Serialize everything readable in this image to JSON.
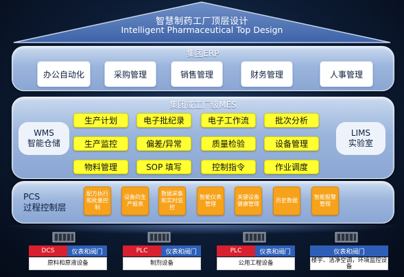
{
  "header": {
    "title_zh": "智慧制药工厂顶层设计",
    "title_en": "Intelligent Pharmaceutical Top Design"
  },
  "erp": {
    "title": "集团ERP",
    "items": [
      "办公自动化",
      "采购管理",
      "销售管理",
      "财务管理",
      "人事管理"
    ]
  },
  "mes": {
    "title": "集团或工厂级MES",
    "left_box": {
      "line1": "WMS",
      "line2": "智能仓储"
    },
    "right_box": {
      "line1": "LIMS",
      "line2": "实验室"
    },
    "rows": [
      [
        "生产计划",
        "电子批纪录",
        "电子工作流",
        "批次分析"
      ],
      [
        "生产监控",
        "偏差/异常",
        "质量检验",
        "设备管理"
      ],
      [
        "物料管理",
        "SOP 填写",
        "控制指令",
        "作业调度"
      ]
    ]
  },
  "pcs": {
    "label": {
      "line1": "PCS",
      "line2": "过程控制层"
    },
    "items": [
      "配方执行和批量控制",
      "设备的生产报表",
      "数据采集和实时监控",
      "智能仪表管理",
      "关键设备健康管理",
      "历史数据",
      "智能报警管理"
    ]
  },
  "devices": [
    {
      "controller": "DCS",
      "instrument": "仪表和阀门",
      "equipment": "原料和原液设备"
    },
    {
      "controller": "PLC",
      "instrument": "仪表和阀门",
      "equipment": "制剂设备"
    },
    {
      "controller": "PLC",
      "instrument": "仪表和阀门",
      "equipment": "公用工程设备"
    },
    {
      "controller": "",
      "instrument": "仪表和阀门",
      "equipment": "楼宇、洁净空调，环境监控设备"
    }
  ],
  "colors": {
    "background": "#0c1b33",
    "panel": "#9bb5dc",
    "yellow": "#ffff33",
    "orange": "#f6a21a",
    "red_tag": "#d8202e",
    "blue_tag": "#2e5fb8"
  }
}
